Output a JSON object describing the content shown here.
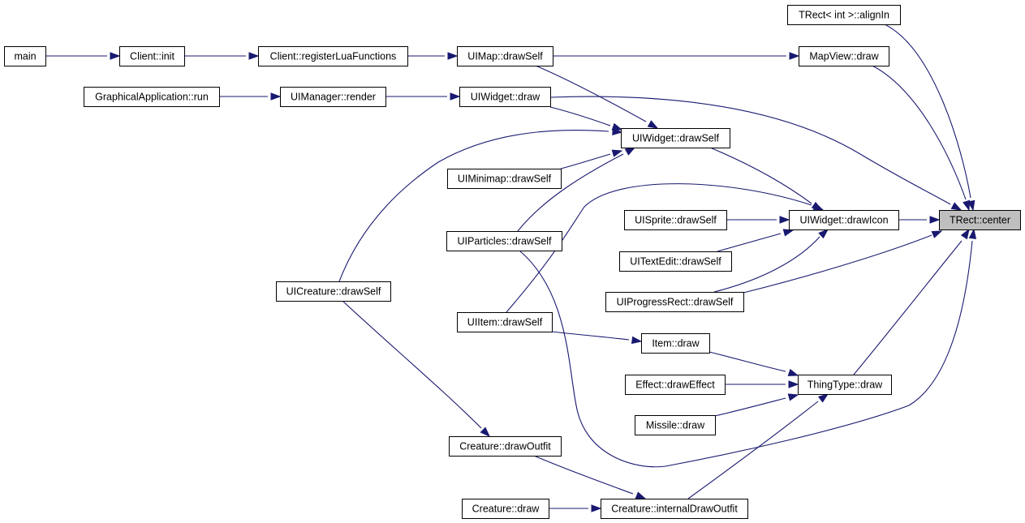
{
  "graph": {
    "root": "TRect::center",
    "nodes": [
      {
        "id": "main",
        "label": "main"
      },
      {
        "id": "client_init",
        "label": "Client::init"
      },
      {
        "id": "client_reg",
        "label": "Client::registerLuaFunctions"
      },
      {
        "id": "uimap_drawself",
        "label": "UIMap::drawSelf"
      },
      {
        "id": "trect_alignin",
        "label": "TRect< int >::alignIn"
      },
      {
        "id": "mapview_draw",
        "label": "MapView::draw"
      },
      {
        "id": "graphicalapp_run",
        "label": "GraphicalApplication::run"
      },
      {
        "id": "uimanager_render",
        "label": "UIManager::render"
      },
      {
        "id": "uiwidget_draw",
        "label": "UIWidget::draw"
      },
      {
        "id": "uiwidget_drawself",
        "label": "UIWidget::drawSelf"
      },
      {
        "id": "uiminimap_drawself",
        "label": "UIMinimap::drawSelf"
      },
      {
        "id": "uiparticles_drawself",
        "label": "UIParticles::drawSelf"
      },
      {
        "id": "uisprite_drawself",
        "label": "UISprite::drawSelf"
      },
      {
        "id": "uiwidget_drawicon",
        "label": "UIWidget::drawIcon"
      },
      {
        "id": "trect_center",
        "label": "TRect::center"
      },
      {
        "id": "uitextedit_drawself",
        "label": "UITextEdit::drawSelf"
      },
      {
        "id": "uiprogressrect_drawself",
        "label": "UIProgressRect::drawSelf"
      },
      {
        "id": "uicreature_drawself",
        "label": "UICreature::drawSelf"
      },
      {
        "id": "uiitem_drawself",
        "label": "UIItem::drawSelf"
      },
      {
        "id": "item_draw",
        "label": "Item::draw"
      },
      {
        "id": "effect_draweffect",
        "label": "Effect::drawEffect"
      },
      {
        "id": "thingtype_draw",
        "label": "ThingType::draw"
      },
      {
        "id": "missile_draw",
        "label": "Missile::draw"
      },
      {
        "id": "creature_drawoutfit",
        "label": "Creature::drawOutfit"
      },
      {
        "id": "creature_draw",
        "label": "Creature::draw"
      },
      {
        "id": "creature_internaldrawoutfit",
        "label": "Creature::internalDrawOutfit"
      }
    ],
    "edges": [
      {
        "from": "main",
        "to": "client_init"
      },
      {
        "from": "client_init",
        "to": "client_reg"
      },
      {
        "from": "client_reg",
        "to": "uimap_drawself"
      },
      {
        "from": "uimap_drawself",
        "to": "mapview_draw"
      },
      {
        "from": "uimap_drawself",
        "to": "uiwidget_drawself"
      },
      {
        "from": "trect_alignin",
        "to": "trect_center"
      },
      {
        "from": "mapview_draw",
        "to": "trect_center"
      },
      {
        "from": "graphicalapp_run",
        "to": "uimanager_render"
      },
      {
        "from": "uimanager_render",
        "to": "uiwidget_draw"
      },
      {
        "from": "uiwidget_draw",
        "to": "uiwidget_drawself"
      },
      {
        "from": "uiwidget_draw",
        "to": "trect_center"
      },
      {
        "from": "uicreature_drawself",
        "to": "uiwidget_drawself"
      },
      {
        "from": "uiminimap_drawself",
        "to": "uiwidget_drawself"
      },
      {
        "from": "uiparticles_drawself",
        "to": "uiwidget_drawself"
      },
      {
        "from": "uiwidget_drawself",
        "to": "uiwidget_drawicon"
      },
      {
        "from": "uiitem_drawself",
        "to": "uiwidget_drawicon"
      },
      {
        "from": "uisprite_drawself",
        "to": "uiwidget_drawicon"
      },
      {
        "from": "uitextedit_drawself",
        "to": "uiwidget_drawicon"
      },
      {
        "from": "uiprogressrect_drawself",
        "to": "uiwidget_drawicon"
      },
      {
        "from": "uiwidget_drawicon",
        "to": "trect_center"
      },
      {
        "from": "uiprogressrect_drawself",
        "to": "trect_center"
      },
      {
        "from": "uiparticles_drawself",
        "to": "trect_center"
      },
      {
        "from": "thingtype_draw",
        "to": "trect_center"
      },
      {
        "from": "uicreature_drawself",
        "to": "creature_drawoutfit"
      },
      {
        "from": "uiitem_drawself",
        "to": "item_draw"
      },
      {
        "from": "item_draw",
        "to": "thingtype_draw"
      },
      {
        "from": "effect_draweffect",
        "to": "thingtype_draw"
      },
      {
        "from": "missile_draw",
        "to": "thingtype_draw"
      },
      {
        "from": "creature_drawoutfit",
        "to": "creature_internaldrawoutfit"
      },
      {
        "from": "creature_draw",
        "to": "creature_internaldrawoutfit"
      },
      {
        "from": "creature_internaldrawoutfit",
        "to": "thingtype_draw"
      }
    ]
  }
}
